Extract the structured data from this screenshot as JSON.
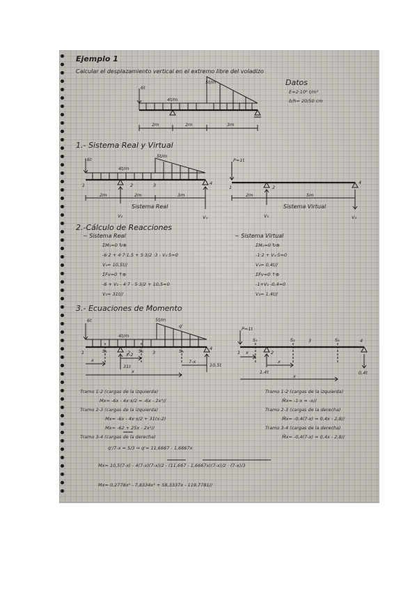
{
  "header": {
    "title": "Ejemplo 1",
    "subtitle": "Calcular el desplazamiento vertical en el extremo libre del voladizo"
  },
  "datos": {
    "label": "Datos",
    "E": "E=2·10⁶ t/m²",
    "bh": "b/h= 20/50 cm"
  },
  "fig_main": {
    "point_load": "6t",
    "udl": "4t/m",
    "tri": "5t/m",
    "dims": [
      "2m",
      "2m",
      "3m"
    ]
  },
  "sec1": {
    "heading": "1.- Sistema Real y Virtual",
    "real": {
      "point_load": "6t",
      "udl": "4t/m",
      "tri": "5t/m",
      "nodes": [
        "1",
        "2",
        "3",
        "4"
      ],
      "dims": [
        "2m",
        "2m",
        "3m"
      ],
      "caption": "Sistema Real",
      "reactions": [
        "V₂",
        "V₄"
      ]
    },
    "virtual": {
      "load": "P=1t",
      "nodes": [
        "1",
        "2",
        "4"
      ],
      "dims": [
        "2m",
        "5m"
      ],
      "caption": "Sistema Virtual",
      "reactions": [
        "V₂",
        "V₄"
      ]
    }
  },
  "sec2": {
    "heading": "2.-Cálculo de Reacciones",
    "real": {
      "title": "~ Sistema Real",
      "lines": [
        "ΣM₂=0 ↻⊕",
        "-6·2 + 4·7·1,5 + 5·3/2 ·3 - V₄·5=0",
        "V₄= 10,5t//",
        "ΣFv=0 ↑⊕",
        "-6 + V₂ - 4·7 - 5·3/2 + 10,5=0",
        "V₂= 31t//"
      ]
    },
    "virtual": {
      "title": "~ Sistema Virtual",
      "lines": [
        "ΣM₂=0 ↻⊕",
        "-1·2 + V₄·5=0",
        "V₄= 0,4t//",
        "ΣFv=0 ↑⊕",
        "-1+V₂ -0,4=0",
        "V₂= 1,4t//"
      ]
    }
  },
  "sec3": {
    "heading": "3.- Ecuaciones de Momento",
    "real_fig": {
      "point_load": "6t",
      "udl": "4t/m",
      "tri": "5t/m",
      "q": "q'",
      "x": "x",
      "sections": [
        "S₁",
        "S₂",
        "S₃"
      ],
      "nodes": [
        "1",
        "2",
        "3",
        "4"
      ],
      "r2": "31t",
      "r4": "10,5t",
      "x2": "x-2",
      "x7": "7-x"
    },
    "virtual_fig": {
      "load": "P=1t",
      "x": "x",
      "sections": [
        "S₁",
        "S₂",
        "S₃"
      ],
      "nodes": [
        "1",
        "2",
        "3",
        "4"
      ],
      "r2": "1,4t",
      "r4": "0,4t"
    },
    "real_eq": [
      "Tramo 1-2  (cargas de la izquierda)",
      "Mx= -6x - 4x·x/2 = -6x - 2x²//",
      "Tramo 2-3  (cargas de la izquierda)",
      "Mx= -6x - 4x·x/2 + 31(x-2)",
      "Mx= -62 + 25x - 2x²//",
      "Tramo 3-4  (cargas de la derecha)",
      "q'/7-x = 5/3 ⇒ q'= 11,6667 - 1,6667x",
      "Mx= 10,5(7-x) - 4(7-x)(7-x)/2 - (11,667 - 1,6667x)(7-x)/2 · (7-x)/3",
      "Mx= 0,2778x³ - 7,8334x² + 58,3337x - 119,7781//"
    ],
    "virtual_eq": [
      "Tramo 1-2  (cargas de la izquierda)",
      "M̄x= -1·x = -x//",
      "Tramo 2-3  (cargas de la derecha)",
      "M̄x= -0,4(7-x) = 0,4x - 2,8//",
      "Tramo 3-4  (cargas de la derecha)",
      "M̄x= -0,4(7-x) = 0,4x - 2,8//"
    ]
  }
}
